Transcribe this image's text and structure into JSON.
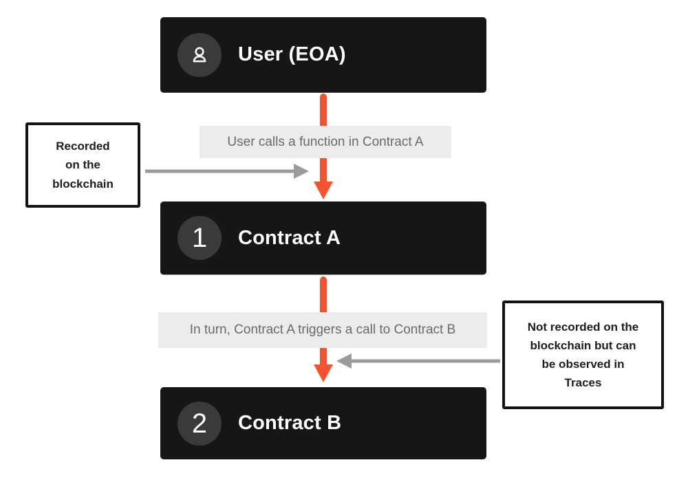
{
  "colors": {
    "background": "#ffffff",
    "node_background": "#161616",
    "badge_background": "#3a3a3a",
    "flow_label_background": "#ececec",
    "flow_label_text": "#6a6a6a",
    "accent_orange": "#f5522f",
    "annotation_gray": "#9b9b9b",
    "callout_border": "#121212"
  },
  "nodes": {
    "user": {
      "title": "User (EOA)",
      "icon": "person-icon"
    },
    "contract_a": {
      "number": "1",
      "title": "Contract A"
    },
    "contract_b": {
      "number": "2",
      "title": "Contract B"
    }
  },
  "flow_labels": {
    "call_1": "User calls a function in Contract A",
    "call_2": "In turn, Contract A triggers a call to Contract B"
  },
  "callouts": {
    "left": {
      "lines": [
        "Recorded",
        "on the",
        "blockchain"
      ]
    },
    "right": {
      "lines": [
        "Not recorded on the",
        "blockchain but can",
        "be observed in",
        "Traces"
      ]
    }
  }
}
